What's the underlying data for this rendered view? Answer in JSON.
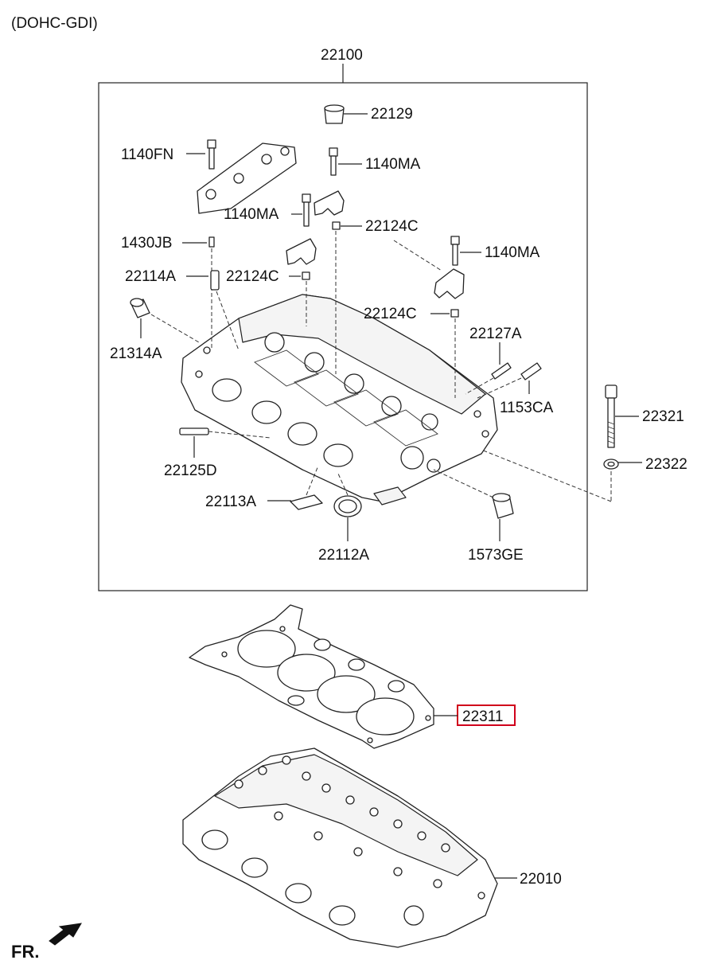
{
  "header": "(DOHC-GDI)",
  "front_label": "FR.",
  "assembly_label": "22100",
  "parts": {
    "p22129": "22129",
    "p1140FN": "1140FN",
    "p1140MA_a": "1140MA",
    "p1140MA_b": "1140MA",
    "p1140MA_c": "1140MA",
    "p22124C_a": "22124C",
    "p22124C_b": "22124C",
    "p22124C_c": "22124C",
    "p1430JB": "1430JB",
    "p22114A": "22114A",
    "p21314A": "21314A",
    "p22127A": "22127A",
    "p1153CA": "1153CA",
    "p22125D": "22125D",
    "p22113A": "22113A",
    "p22112A": "22112A",
    "p1573GE": "1573GE",
    "p22321": "22321",
    "p22322": "22322",
    "p22311": "22311",
    "p22010": "22010"
  },
  "highlight_part": "22311",
  "colors": {
    "highlight": "#d0021b",
    "ink": "#222222"
  },
  "icons": {
    "front_arrow": "arrow-icon"
  }
}
